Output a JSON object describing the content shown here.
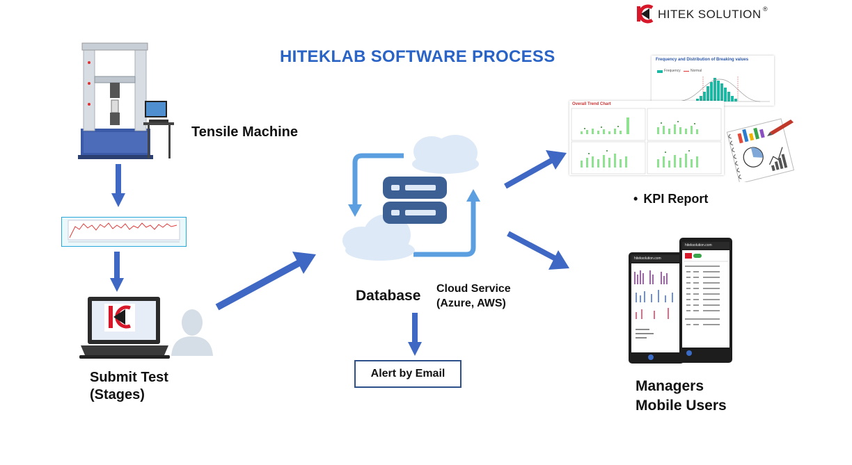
{
  "header": {
    "title": "HITEKLAB SOFTWARE PROCESS",
    "brand_name": "HITEK SOLUTION",
    "brand_mark": "®"
  },
  "nodes": {
    "tensile_machine": "Tensile Machine",
    "submit_test_line1": "Submit Test",
    "submit_test_line2": "(Stages)",
    "database": "Database",
    "cloud_service_line1": "Cloud Service",
    "cloud_service_line2": "(Azure, AWS)",
    "alert_email": "Alert by Email",
    "kpi_report": "KPI Report",
    "kpi_bullet": "•",
    "managers_line1": "Managers",
    "managers_line2": "Mobile Users"
  },
  "thumbnails": {
    "histogram_title": "Frequency and Distribution of Breaking values",
    "histogram_legend_1": "Frequency",
    "histogram_legend_2": "Normal",
    "dashboard_title": "Overall Trend Chart",
    "phone_url_1": "hiteksolution.com",
    "phone_url_2": "hiteksolution.com"
  },
  "colors": {
    "title_blue": "#2a63c6",
    "arrow_blue": "#3f68c4",
    "cloud_fill": "#dde9f7",
    "cycle_blue": "#5b9fe0",
    "server_dark": "#3c5f94",
    "brand_red": "#d7182a",
    "histogram_teal": "#1bb9a3",
    "bar_green": "#8fe28f"
  }
}
